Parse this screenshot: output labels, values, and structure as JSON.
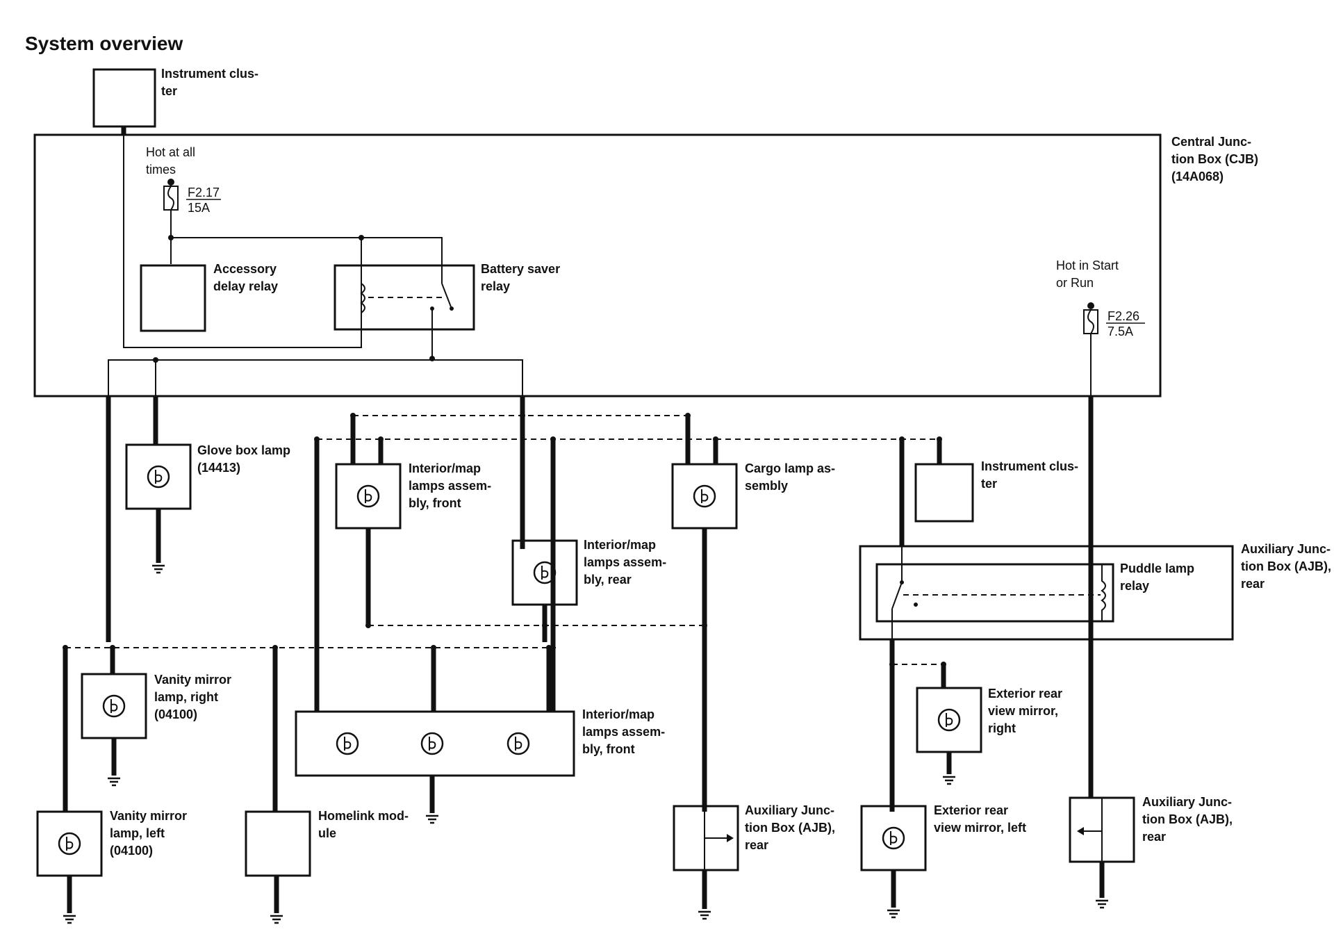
{
  "title": "System overview",
  "blocks": {
    "cjb": [
      "Central Junc-",
      "tion Box (CJB)",
      "(14A068)"
    ],
    "instrument_cluster_top": [
      "Instrument clus-",
      "ter"
    ],
    "hot_all_times": [
      "Hot at all",
      "times"
    ],
    "fuse_f217": {
      "id": "F2.17",
      "rating": "15A"
    },
    "accessory_delay_relay": [
      "Accessory",
      "delay relay"
    ],
    "battery_saver_relay": [
      "Battery saver",
      "relay"
    ],
    "hot_start_run": [
      "Hot in Start",
      "or Run"
    ],
    "fuse_f226": {
      "id": "F2.26",
      "rating": "7.5A"
    },
    "glove_box_lamp": [
      "Glove box lamp",
      "(14413)"
    ],
    "interior_map_front_upper": [
      "Interior/map",
      "lamps assem-",
      "bly, front"
    ],
    "interior_map_rear": [
      "Interior/map",
      "lamps assem-",
      "bly, rear"
    ],
    "cargo_lamp": [
      "Cargo lamp as-",
      "sembly"
    ],
    "instrument_cluster_right": [
      "Instrument clus-",
      "ter"
    ],
    "ajb_rear_top": [
      "Auxiliary Junc-",
      "tion Box (AJB),",
      "rear"
    ],
    "puddle_lamp_relay": [
      "Puddle lamp",
      "relay"
    ],
    "vanity_right": [
      "Vanity mirror",
      "lamp, right",
      "(04100)"
    ],
    "vanity_left": [
      "Vanity mirror",
      "lamp, left",
      "(04100)"
    ],
    "homelink": [
      "Homelink mod-",
      "ule"
    ],
    "interior_map_front_lower": [
      "Interior/map",
      "lamps assem-",
      "bly, front"
    ],
    "ajb_rear_mid": [
      "Auxiliary Junc-",
      "tion Box (AJB),",
      "rear"
    ],
    "ext_mirror_right": [
      "Exterior rear",
      "view mirror,",
      "right"
    ],
    "ext_mirror_left": [
      "Exterior rear",
      "view mirror, left"
    ],
    "ajb_rear_right": [
      "Auxiliary Junc-",
      "tion Box (AJB),",
      "rear"
    ]
  }
}
